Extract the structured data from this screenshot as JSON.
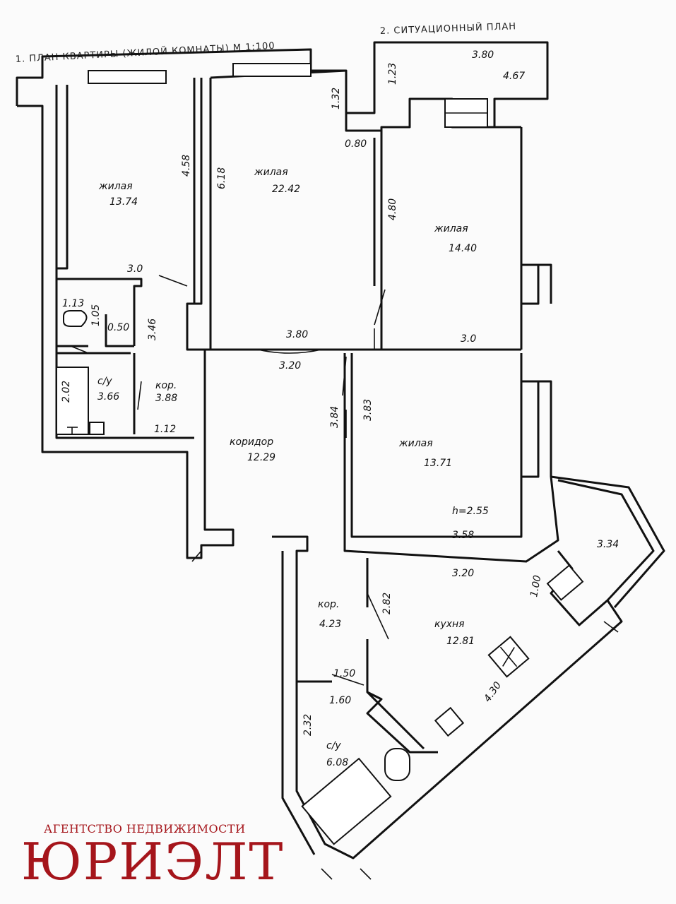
{
  "header": {
    "plan_title": "1. ПЛАН КВАРТИРЫ (ЖИЛОЙ КОМНАТЫ) М 1:100",
    "site_plan_title": "2. СИТУАЦИОННЫЙ ПЛАН"
  },
  "rooms": [
    {
      "id": "living-1",
      "name": "жилая",
      "area": "13.74"
    },
    {
      "id": "living-2",
      "name": "жилая",
      "area": "22.42"
    },
    {
      "id": "living-3",
      "name": "жилая",
      "area": "14.40"
    },
    {
      "id": "living-4",
      "name": "жилая",
      "area": "13.71"
    },
    {
      "id": "bath-1",
      "name": "с/у",
      "area": "3.66"
    },
    {
      "id": "corridor-small-1",
      "name": "кор.",
      "area": "3.88"
    },
    {
      "id": "corridor-main",
      "name": "коридор",
      "area": "12.29"
    },
    {
      "id": "corridor-small-2",
      "name": "кор.",
      "area": "4.23"
    },
    {
      "id": "kitchen",
      "name": "кухня",
      "area": "12.81"
    },
    {
      "id": "bath-2",
      "name": "с/у",
      "area": "6.08"
    }
  ],
  "dimensions": [
    "3.80",
    "4.67",
    "1.23",
    "1.32",
    "0.80",
    "4.58",
    "6.18",
    "4.80",
    "3.0",
    "1.13",
    "1.05",
    "0.50",
    "3.46",
    "3.80",
    "3.0",
    "3.20",
    "2.02",
    "1.12",
    "3.84",
    "3.83",
    "3.58",
    "3.20",
    "3.34",
    "1.00",
    "2.82",
    "1.50",
    "1.60",
    "2.32",
    "4.30"
  ],
  "ceiling_height": "h=2.55",
  "branding": {
    "agency_subtitle": "АГЕНТСТВО НЕДВИЖИМОСТИ",
    "agency_name": "ЮРИЭЛТ",
    "color": "#a5151b"
  }
}
